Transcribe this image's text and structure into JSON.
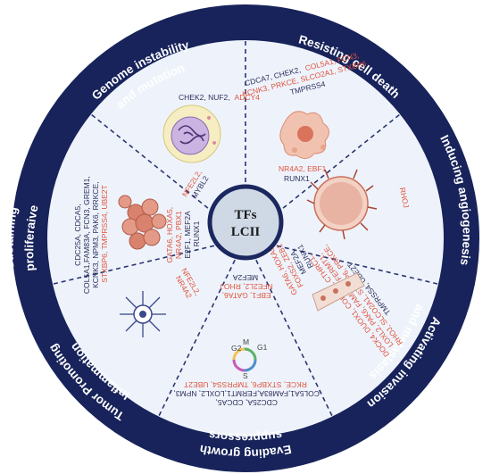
{
  "center": {
    "line1": "TFs",
    "line2": "LCII"
  },
  "colors": {
    "outer_ring": "#17235a",
    "inner_fill": "#eef3fb",
    "center_fill": "#cfd9e6",
    "center_ring": "#1b275f",
    "red": "#e0543e",
    "dark": "#2b2f5a"
  },
  "hallmarks": [
    {
      "id": "genome",
      "label_line1": "Genome instability",
      "label_line2": "and mutation",
      "genes_dark": "CHEK2, NUF2,",
      "genes_red": "ADCY4",
      "tf_red": "NFE2L2,",
      "tf_dark": "MYBL2"
    },
    {
      "id": "death",
      "label": "Resisting cell death",
      "line1_dark": "CDCA7, CHEK2,",
      "line1_red": "COL5A1, FCN3,",
      "line2_red": "KCNK3, PRKCE, SLCO2A1, STXBP6",
      "line3_dark": "TMPRSS4",
      "tf_red": "NR4A2, EBF1",
      "tf_dark": "RUNX1"
    },
    {
      "id": "angio",
      "label": "Inducing angiogenesis",
      "genes_red": "RHOJ"
    },
    {
      "id": "invasion",
      "label_line1": "Activating invasion",
      "label_line2": "and metastasis",
      "genes": [
        "DOCK4, DUOX1, COL5A1, CTHRC1,",
        "LOXL2, PAK6, FAM83A, FERMT1,",
        "RHOJ, SLCO2A1, STXBP6, PRKCE,",
        "TMPRSS4, UBE2T"
      ],
      "tf": [
        "GATA6, HOXA5,",
        "FOXS2, ZEB1",
        "MEF2A,",
        "RUNX1"
      ]
    },
    {
      "id": "suppressors",
      "label_line1": "Evading growth",
      "label_line2": "suppressors",
      "genes": [
        "CDC25A, CDCA5,",
        "COL5A1,FAM83A,FERMT1,LOXL2, NPM3,",
        "RKCE, STXBP6, TMPRSS4, UBE2T"
      ],
      "tf": [
        "EBF1, GATA6,",
        "NFE2L2, RHOJ",
        "MEF2A"
      ],
      "cycle_labels": {
        "g2": "G2",
        "m": "M",
        "g1": "G1",
        "s": "S"
      }
    },
    {
      "id": "inflammation",
      "label_line1": "Tumor Promoting",
      "label_line2": "Inflammation",
      "tf": [
        "NFE2L2,",
        "NR4A2"
      ]
    },
    {
      "id": "prolif",
      "label_line1": "Sustaining",
      "label_line2": "proliferaive",
      "genes": [
        "CDC25A, CDCA5,",
        "COL5A1,FAM83A, FCN3, GREM1,",
        "KCNK3, NPM3, PAK6, RRKCE,",
        "STXBP6, TMPRSS4, UBE2T"
      ],
      "tf": [
        "GATA6, HOXA5,",
        "NR4A2, PBX1",
        "E2F1, MEF2A",
        "RUNX1"
      ]
    }
  ]
}
